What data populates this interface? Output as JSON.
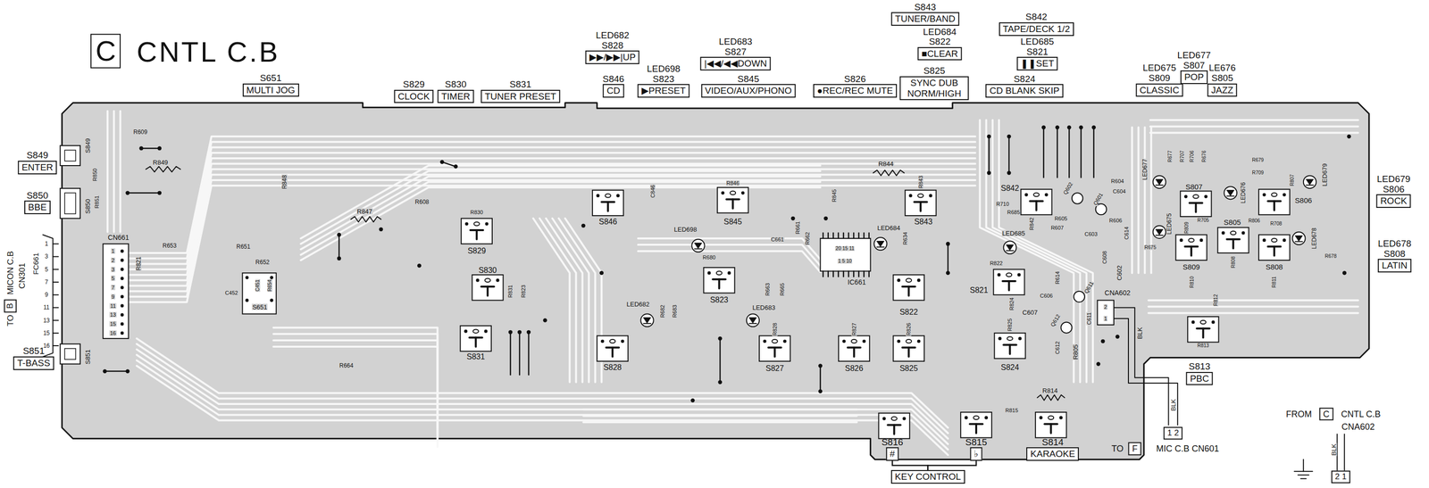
{
  "diagram": {
    "title": "CNTL C.B",
    "nodes": [
      {
        "text": [
          "C"
        ]
      },
      {
        "text": [
          "S651",
          "MULTI JOG"
        ]
      },
      {
        "text": [
          "S829",
          "CLOCK"
        ]
      },
      {
        "text": [
          "S830",
          "TIMER"
        ]
      },
      {
        "text": [
          "S831",
          "TUNER PRESET"
        ]
      },
      {
        "text": [
          "LED682",
          "S828",
          "▶▶/▶▶|UP"
        ]
      },
      {
        "text": [
          "LED683",
          "S827",
          "|◀◀/◀◀DOWN"
        ]
      },
      {
        "text": [
          "S846",
          "CD"
        ]
      },
      {
        "text": [
          "LED698",
          "S823",
          "▶PRESET"
        ]
      },
      {
        "text": [
          "S845",
          "VIDEO/AUX/PHONO"
        ]
      },
      {
        "text": [
          "S826",
          "●REC/REC MUTE"
        ]
      },
      {
        "text": [
          "S843",
          "TUNER/BAND"
        ]
      },
      {
        "text": [
          "LED684",
          "S822",
          "■CLEAR"
        ]
      },
      {
        "text": [
          "S825",
          "SYNC DUB NORM/HIGH"
        ]
      },
      {
        "text": [
          "S842",
          "TAPE/DECK 1/2"
        ]
      },
      {
        "text": [
          "LED685",
          "S821",
          "❚❚SET"
        ]
      },
      {
        "text": [
          "S824",
          "CD BLANK SKIP"
        ]
      },
      {
        "text": [
          "LED677",
          "S807",
          "POP"
        ]
      },
      {
        "text": [
          "LED675",
          "S809",
          "CLASSIC"
        ]
      },
      {
        "text": [
          "LE676",
          "S805",
          "JAZZ"
        ]
      },
      {
        "text": [
          "S849",
          "ENTER"
        ]
      },
      {
        "text": [
          "S850",
          "BBE"
        ]
      },
      {
        "text": [
          "LED679",
          "S806",
          "ROCK"
        ]
      },
      {
        "text": [
          "LED678",
          "S808",
          "LATIN"
        ]
      },
      {
        "text": [
          "S851",
          "T-BASS"
        ]
      },
      {
        "text": [
          "S813",
          "PBC"
        ]
      },
      {
        "text": [
          "S816",
          "#"
        ]
      },
      {
        "text": [
          "S815",
          "♭"
        ]
      },
      {
        "text": [
          "S814",
          "KARAOKE"
        ]
      },
      {
        "text": [
          "KEY CONTROL"
        ]
      },
      {
        "text": [
          "B"
        ]
      },
      {
        "text": [
          "1 2"
        ]
      },
      {
        "text": [
          "F"
        ]
      },
      {
        "text": [
          "C"
        ]
      },
      {
        "text": [
          "2 1"
        ]
      }
    ],
    "edges": [
      {
        "from": 26,
        "to": 29,
        "arrow": "none"
      },
      {
        "from": 27,
        "to": 29,
        "arrow": "none"
      }
    ],
    "labels": [
      "TO",
      "MICON C.B",
      "CN301",
      "FC661",
      "1",
      "3",
      "5",
      "7",
      "9",
      "11",
      "13",
      "15",
      "16",
      "CN661",
      "1",
      "2",
      "3",
      "5",
      "7",
      "9",
      "11",
      "13",
      "15",
      "16",
      "S849",
      "R850",
      "S850",
      "R851",
      "S851",
      "R609",
      "R849",
      "R848",
      "R608",
      "R847",
      "R653",
      "R821",
      "R651",
      "R652",
      "R654",
      "C452",
      "C451",
      "S651",
      "R664",
      "R830",
      "S829",
      "S830",
      "R831",
      "R823",
      "S831",
      "C846",
      "S846",
      "R846",
      "S845",
      "LED698",
      "R680",
      "R845",
      "C661",
      "R661",
      "R662",
      "20 15 11",
      "1 5 10",
      "IC661",
      "LED684",
      "R844",
      "R843",
      "S843",
      "R634",
      "S822",
      "S823",
      "R682",
      "R683",
      "LED682",
      "R663",
      "R665",
      "LED683",
      "S828",
      "R828",
      "S827",
      "R827",
      "S826",
      "R826",
      "S825",
      "S842",
      "R710",
      "R685",
      "R842",
      "LED685",
      "R822",
      "S821",
      "R824",
      "R825",
      "S824",
      "R814",
      "R815",
      "Q602",
      "Q601",
      "R604",
      "C604",
      "R605",
      "R607",
      "R606",
      "C603",
      "C614",
      "C608",
      "C602",
      "R614",
      "C606",
      "C607",
      "Q611",
      "Q612",
      "C611",
      "C612",
      "R805",
      "CNA602",
      "2",
      "1",
      "BLK",
      "R677",
      "R707",
      "R706",
      "R676",
      "LED677",
      "S807",
      "R679",
      "R709",
      "LED679",
      "LED676",
      "R807",
      "S806",
      "R705",
      "R806",
      "LED675",
      "R675",
      "R809",
      "S805",
      "R708",
      "LED678",
      "R678",
      "R808",
      "S809",
      "S808",
      "R810",
      "R811",
      "R812",
      "R813",
      "BLK",
      "TO",
      "MIC C.B CN601",
      "FROM",
      "CNTL C.B",
      "CNA602",
      "BLK"
    ]
  }
}
